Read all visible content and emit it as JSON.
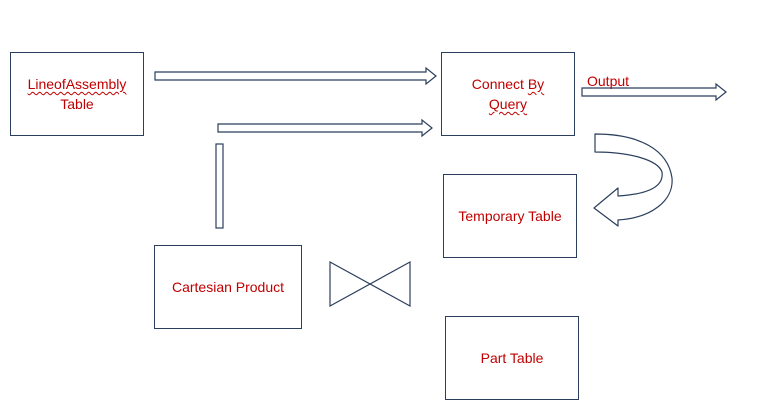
{
  "diagram": {
    "nodes": {
      "line_of_assembly": {
        "line1": "LineofAssembly",
        "line2": "Table"
      },
      "connect_by": {
        "line1_a": "Connect ",
        "line1_b": "By",
        "line2": "Query"
      },
      "temporary_table": {
        "label": "Temporary Table"
      },
      "cartesian_product": {
        "label": "Cartesian Product"
      },
      "part_table": {
        "label": "Part Table"
      }
    },
    "edges": {
      "output_label": "Output"
    },
    "colors": {
      "text": "#c00000",
      "stroke": "#2b3f5c"
    }
  }
}
